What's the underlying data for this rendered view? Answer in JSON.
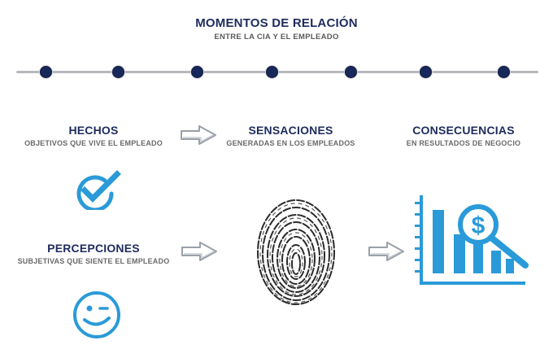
{
  "header": {
    "title": "MOMENTOS DE RELACIÓN",
    "subtitle": "ENTRE LA CIA Y EL EMPLEADO"
  },
  "timeline": {
    "dot_count": 7
  },
  "columns": {
    "hechos": {
      "title": "HECHOS",
      "subtitle": "OBJETIVOS QUE VIVE EL EMPLEADO"
    },
    "sensaciones": {
      "title": "SENSACIONES",
      "subtitle": "GENERADAS EN LOS EMPLEADOS"
    },
    "consecuencias": {
      "title": "CONSECUENCIAS",
      "subtitle": "EN RESULTADOS DE NEGOCIO"
    },
    "percepciones": {
      "title": "PERCEPCIONES",
      "subtitle": "SUBJETIVAS QUE SIENTE EL EMPLEADO"
    }
  },
  "icons": {
    "check": "check-circle-icon",
    "smile": "wink-smile-icon",
    "fingerprint": "fingerprint-icon",
    "chart": "bar-chart-dollar-magnifier-icon",
    "arrow": "outline-arrow-icon"
  },
  "colors": {
    "navy": "#1e2b5e",
    "accent_blue": "#2a9ad8",
    "gray_text": "#6a6a6a",
    "timeline_line": "#b5b8bd",
    "timeline_dot": "#17285a"
  }
}
